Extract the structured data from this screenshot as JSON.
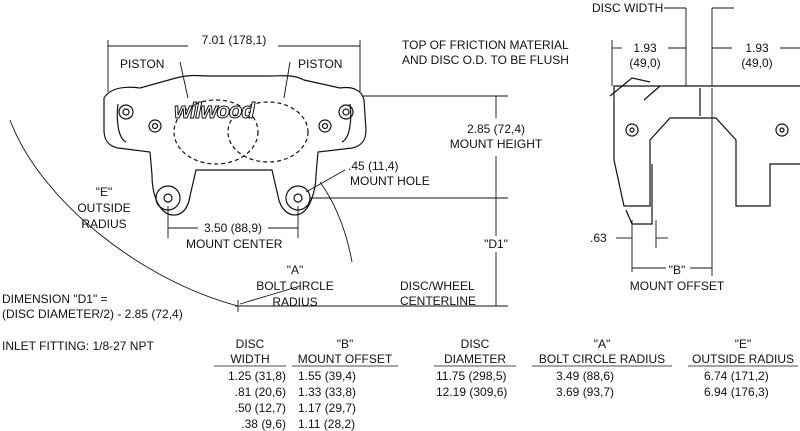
{
  "dims": {
    "overall_width": "7.01 (178,1)",
    "piston_left": "PISTON",
    "piston_right": "PISTON",
    "brand": "wilwood",
    "top_note_1": "TOP OF FRICTION MATERIAL",
    "top_note_2": "AND DISC O.D. TO BE FLUSH",
    "mount_height_value": "2.85 (72,4)",
    "mount_height_label": "MOUNT HEIGHT",
    "mount_hole_value": ".45 (11,4)",
    "mount_hole_label": "MOUNT HOLE",
    "outside_radius_1": "\"E\"",
    "outside_radius_2": "OUTSIDE",
    "outside_radius_3": "RADIUS",
    "mount_center_value": "3.50 (88,9)",
    "mount_center_label": "MOUNT CENTER",
    "d1_label": "\"D1\"",
    "bolt_circle_1": "\"A\"",
    "bolt_circle_2": "BOLT CIRCLE",
    "bolt_circle_3": "RADIUS",
    "disc_wheel_1": "DISC/WHEEL",
    "disc_wheel_2": "CENTERLINE",
    "dimension_note_1": "DIMENSION \"D1\" =",
    "dimension_note_2": "(DISC DIAMETER/2) - 2.85 (72,4)",
    "inlet": "INLET FITTING: 1/8-27 NPT",
    "disc_width": "DISC WIDTH",
    "side_left_1": "1.93",
    "side_left_2": "(49,0)",
    "side_right_1": "1.93",
    "side_right_2": "(49,0)",
    "offset_small": ".63",
    "mount_offset_1": "\"B\"",
    "mount_offset_2": "MOUNT OFFSET"
  },
  "table_left": {
    "h1a": "DISC",
    "h1b": "WIDTH",
    "h2a": "\"B\"",
    "h2b": "MOUNT OFFSET",
    "rows": [
      [
        "1.25  (31,8)",
        "1.55  (39,4)"
      ],
      [
        ".81  (20,6)",
        "1.33  (33,8)"
      ],
      [
        ".50  (12,7)",
        "1.17  (29,7)"
      ],
      [
        ".38  (9,6)",
        "1.11  (28,2)"
      ]
    ]
  },
  "table_right": {
    "h1a": "DISC",
    "h1b": "DIAMETER",
    "h2a": "\"A\"",
    "h2b": "BOLT CIRCLE RADIUS",
    "h3a": "\"E\"",
    "h3b": "OUTSIDE RADIUS",
    "rows": [
      [
        "11.75  (298,5)",
        "3.49  (88,6)",
        "6.74  (171,2)"
      ],
      [
        "12.19  (309,6)",
        "3.69  (93,7)",
        "6.94  (176,3)"
      ]
    ]
  }
}
